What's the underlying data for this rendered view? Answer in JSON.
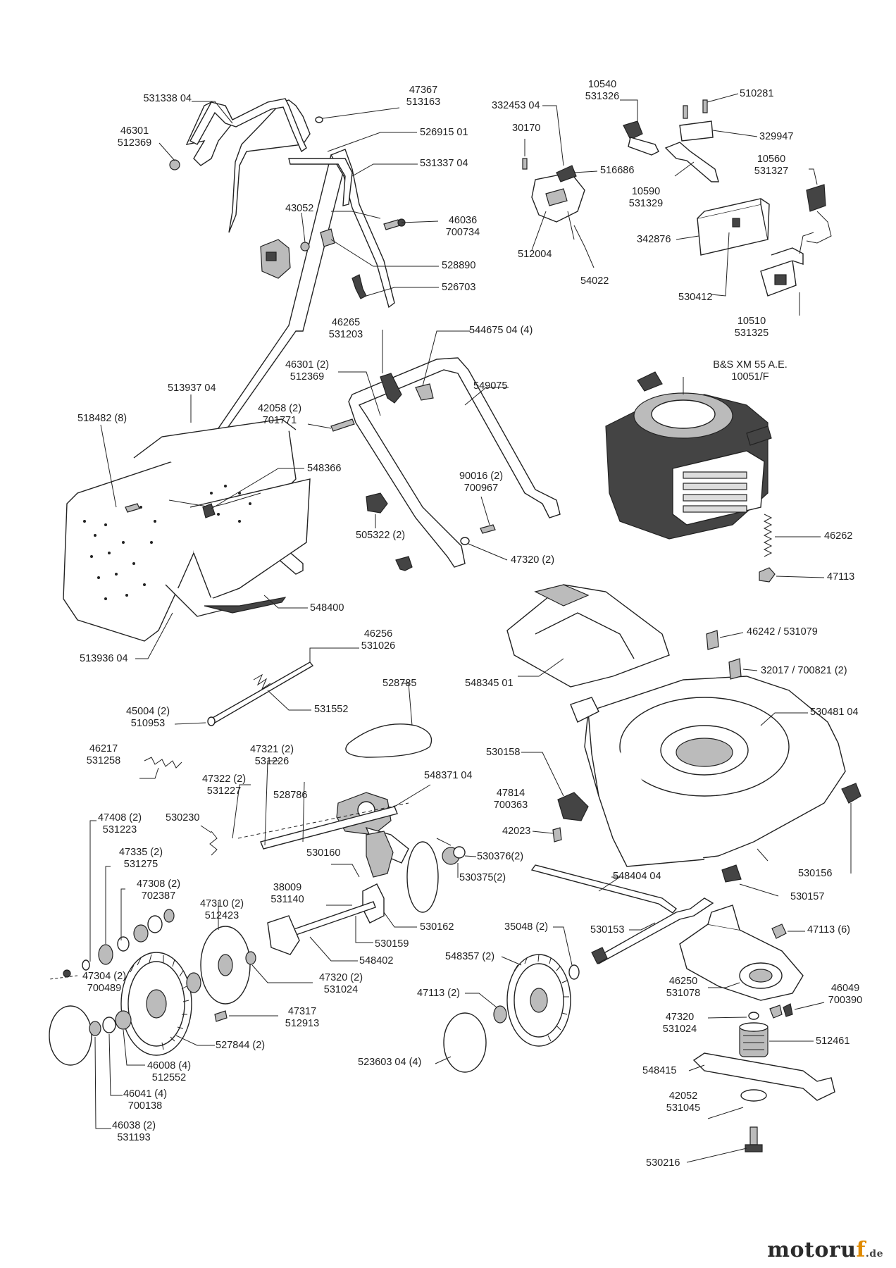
{
  "labels": {
    "l531338": [
      "531338 04"
    ],
    "l47367": [
      "47367",
      "513163"
    ],
    "l46301a": [
      "46301",
      "512369"
    ],
    "l526915": [
      "526915 01"
    ],
    "l531337": [
      "531337 04"
    ],
    "l43052": [
      "43052"
    ],
    "l46036": [
      "46036",
      "700734"
    ],
    "l528890": [
      "528890"
    ],
    "l526703": [
      "526703"
    ],
    "l332453": [
      "332453 04"
    ],
    "l10540": [
      "10540",
      "531326"
    ],
    "l510281": [
      "510281"
    ],
    "l30170": [
      "30170"
    ],
    "l329947": [
      "329947"
    ],
    "l516686": [
      "516686"
    ],
    "l10560": [
      "10560",
      "531327"
    ],
    "l10590": [
      "10590",
      "531329"
    ],
    "l342876": [
      "342876"
    ],
    "l512004": [
      "512004"
    ],
    "l54022": [
      "54022"
    ],
    "l530412": [
      "530412"
    ],
    "l10510": [
      "10510",
      "531325"
    ],
    "l46265": [
      "46265",
      "531203"
    ],
    "l544675": [
      "544675 04 (4)"
    ],
    "l46301b": [
      "46301 (2)",
      "512369"
    ],
    "l549075": [
      "549075"
    ],
    "lbs": [
      "B&S XM 55 A.E.",
      "10051/F"
    ],
    "l513937": [
      "513937 04"
    ],
    "l518482": [
      "518482 (8)"
    ],
    "l42058": [
      "42058 (2)",
      "701771"
    ],
    "l548366": [
      "548366"
    ],
    "l90016": [
      "90016 (2)",
      "700967"
    ],
    "l505322": [
      "505322 (2)"
    ],
    "l47320a": [
      "47320 (2)"
    ],
    "l46262": [
      "46262"
    ],
    "l47113a": [
      "47113"
    ],
    "l548400": [
      "548400"
    ],
    "l46242": [
      "46242 / 531079"
    ],
    "l46256": [
      "46256",
      "531026"
    ],
    "l513936": [
      "513936 04"
    ],
    "l32017": [
      "32017 / 700821 (2)"
    ],
    "l528785": [
      "528785"
    ],
    "l548345": [
      "548345 01"
    ],
    "l45004": [
      "45004 (2)",
      "510953"
    ],
    "l531552": [
      "531552"
    ],
    "l530481": [
      "530481 04"
    ],
    "l46217": [
      "46217",
      "531258"
    ],
    "l47321": [
      "47321 (2)",
      "531226"
    ],
    "l530158": [
      "530158"
    ],
    "l47322": [
      "47322 (2)",
      "531227"
    ],
    "l528786": [
      "528786"
    ],
    "l548371": [
      "548371 04"
    ],
    "l47814": [
      "47814",
      "700363"
    ],
    "l530230": [
      "530230"
    ],
    "l47408": [
      "47408 (2)",
      "531223"
    ],
    "l42023": [
      "42023"
    ],
    "l47335": [
      "47335 (2)",
      "531275"
    ],
    "l530160": [
      "530160"
    ],
    "l530376": [
      "530376(2)"
    ],
    "l530375": [
      "530375(2)"
    ],
    "l530156": [
      "530156"
    ],
    "l47308": [
      "47308 (2)",
      "702387"
    ],
    "l38009": [
      "38009",
      "531140"
    ],
    "l548404": [
      "548404 04"
    ],
    "l530157": [
      "530157"
    ],
    "l47310": [
      "47310 (2)",
      "512423"
    ],
    "l530162": [
      "530162"
    ],
    "l35048": [
      "35048 (2)"
    ],
    "l530153": [
      "530153"
    ],
    "l47113b": [
      "47113 (6)"
    ],
    "l530159": [
      "530159"
    ],
    "l548402": [
      "548402"
    ],
    "l548357": [
      "548357 (2)"
    ],
    "l47304": [
      "47304 (2)",
      "700489"
    ],
    "l47320b": [
      "47320 (2)",
      "531024"
    ],
    "l46250": [
      "46250",
      "531078"
    ],
    "l46049": [
      "46049",
      "700390"
    ],
    "l47113c": [
      "47113 (2)"
    ],
    "l47317": [
      "47317",
      "512913"
    ],
    "l47320c": [
      "47320",
      "531024"
    ],
    "l512461": [
      "512461"
    ],
    "l527844": [
      "527844 (2)"
    ],
    "l523603": [
      "523603 04 (4)"
    ],
    "l46008": [
      "46008 (4)",
      "512552"
    ],
    "l548415": [
      "548415"
    ],
    "l46041": [
      "46041 (4)",
      "700138"
    ],
    "l42052": [
      "42052",
      "531045"
    ],
    "l46038": [
      "46038 (2)",
      "531193"
    ],
    "l530216": [
      "530216"
    ]
  },
  "logo": {
    "main": "motoru",
    "accent": "f",
    "suffix": ".de"
  }
}
